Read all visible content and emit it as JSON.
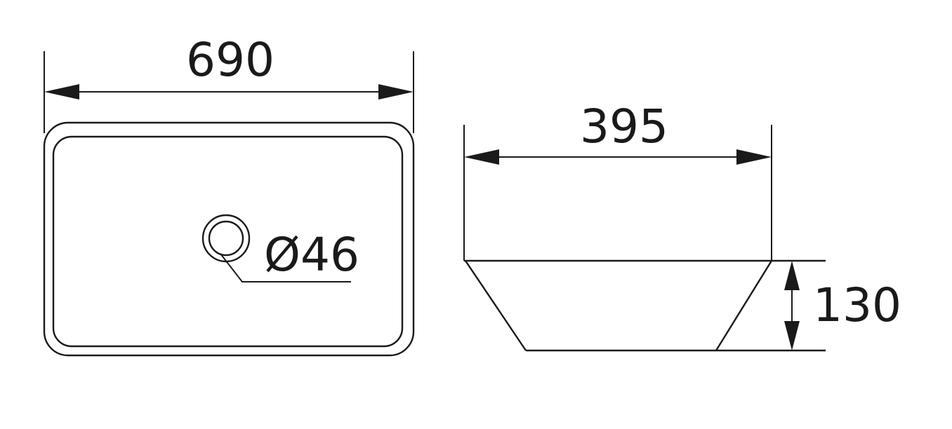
{
  "top_view": {
    "width_label": "690",
    "drain_label": "Ø46"
  },
  "side_view": {
    "depth_label": "395",
    "height_label": "130"
  }
}
